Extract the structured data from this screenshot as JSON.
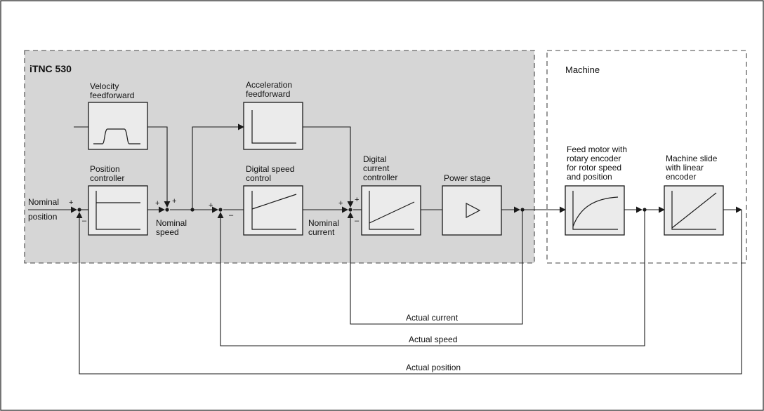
{
  "diagram": {
    "controller_region": {
      "title": "iTNC 530"
    },
    "machine_region": {
      "title": "Machine"
    },
    "blocks": {
      "velocity_feedforward": [
        "Velocity",
        "feedforward"
      ],
      "acceleration_feedforward": [
        "Acceleration",
        "feedforward"
      ],
      "position_controller": [
        "Position",
        "controller"
      ],
      "digital_speed_control": [
        "Digital speed",
        "control"
      ],
      "digital_current_controller": [
        "Digital",
        "current",
        "controller"
      ],
      "power_stage": [
        "Power stage"
      ],
      "feed_motor": [
        "Feed motor with",
        "rotary encoder",
        "for rotor speed",
        "and position"
      ],
      "machine_slide": [
        "Machine slide",
        "with linear",
        "encoder"
      ]
    },
    "signals": {
      "nominal_position": [
        "Nominal",
        "position"
      ],
      "nominal_speed": [
        "Nominal",
        "speed"
      ],
      "nominal_current": [
        "Nominal",
        "current"
      ],
      "actual_current": "Actual current",
      "actual_speed": "Actual speed",
      "actual_position": "Actual position"
    },
    "signs": {
      "plus": "+",
      "minus": "–"
    }
  }
}
